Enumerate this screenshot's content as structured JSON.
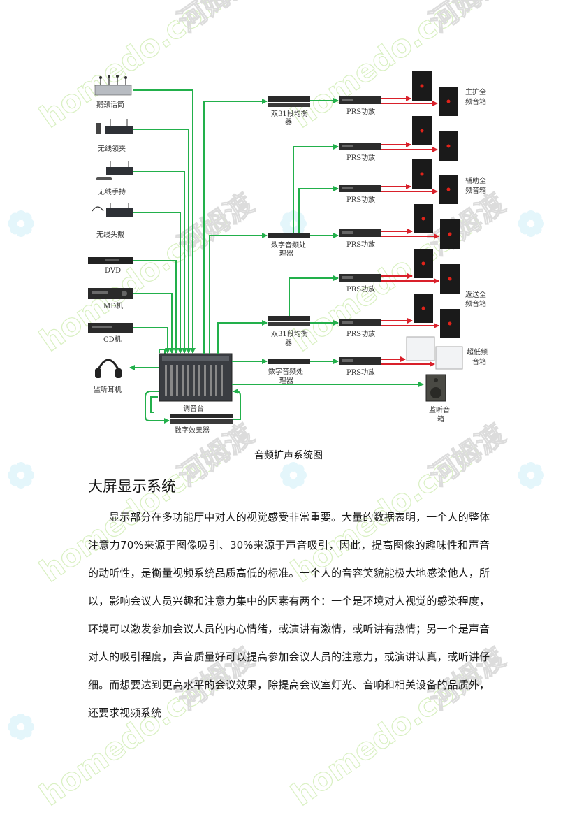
{
  "watermark": {
    "text_en": "homedo.com",
    "text_cn": "河姆渡"
  },
  "diagram": {
    "sources": [
      "鹅颈话筒",
      "无线领夹",
      "无线手持",
      "无线头戴",
      "DVD",
      "MD机",
      "CD机"
    ],
    "headphone_label": "监听耳机",
    "mixer_label": "调音台",
    "effects_label": "数字效果器",
    "eq_top": [
      "双31段均衡",
      "器"
    ],
    "dsp_mid": [
      "数字音频处",
      "理器"
    ],
    "eq_bottom": [
      "双31段均衡",
      "器"
    ],
    "dsp_bottom": [
      "数字音频处",
      "理器"
    ],
    "amp_label": "PRS功放",
    "speaker_groups": {
      "main": [
        "主扩全",
        "频音箱"
      ],
      "aux": [
        "辅助全",
        "频音箱"
      ],
      "return": [
        "返送全",
        "频音箱"
      ],
      "sub": [
        "超低频",
        "音箱"
      ],
      "monitor": [
        "监听音",
        "箱"
      ]
    },
    "line_color": "#22b04b",
    "speaker_line_color": "#d9202a"
  },
  "caption": "音频扩声系统图",
  "section": {
    "heading": "大屏显示系统",
    "paragraph": "显示部分在多功能厅中对人的视觉感受非常重要。大量的数据表明，一个人的整体注意力70%来源于图像吸引、30%来源于声音吸引，因此，提高图像的趣味性和声音的动听性，是衡量视频系统品质高低的标准。一个人的音容笑貌能极大地感染他人，所以，影响会议人员兴趣和注意力集中的因素有两个：一个是环境对人视觉的感染程度，环境可以激发参加会议人员的内心情绪，或演讲有激情，或听讲有热情；另一个是声音对人的吸引程度，声音质量好可以提高参加会议人员的注意力，或演讲认真，或听讲仔细。而想要达到更高水平的会议效果，除提高会议室灯光、音响和相关设备的品质外，还要求视频系统"
  }
}
